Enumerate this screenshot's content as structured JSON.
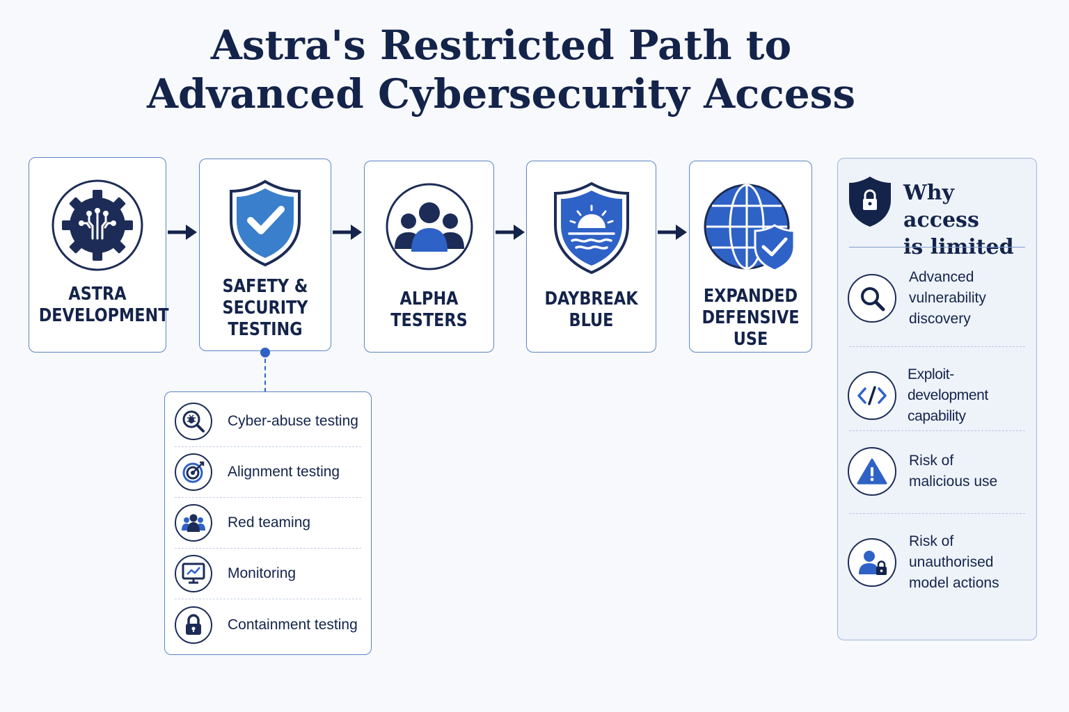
{
  "title": {
    "line1": "Astra's Restricted Path to",
    "line2": "Advanced Cybersecurity Access"
  },
  "stages": [
    {
      "icon": "circuit-gear-icon",
      "lines": [
        "ASTRA",
        "DEVELOPMENT"
      ]
    },
    {
      "icon": "shield-check-icon",
      "lines": [
        "SAFETY &",
        "SECURITY",
        "TESTING"
      ]
    },
    {
      "icon": "team-icon",
      "lines": [
        "ALPHA",
        "TESTERS"
      ]
    },
    {
      "icon": "sunrise-shield-icon",
      "lines": [
        "DAYBREAK",
        "BLUE"
      ]
    },
    {
      "icon": "globe-shield-icon",
      "lines": [
        "EXPANDED",
        "DEFENSIVE",
        "USE"
      ]
    }
  ],
  "testing": [
    {
      "icon": "bug-search-icon",
      "label": "Cyber-abuse testing"
    },
    {
      "icon": "target-icon",
      "label": "Alignment testing"
    },
    {
      "icon": "team-icon",
      "label": "Red teaming"
    },
    {
      "icon": "monitor-chart-icon",
      "label": "Monitoring"
    },
    {
      "icon": "padlock-icon",
      "label": "Containment testing"
    }
  ],
  "why": {
    "title_lines": [
      "Why access",
      "is limited"
    ],
    "icon": "shield-lock-icon",
    "items": [
      {
        "icon": "magnifier-icon",
        "lines": [
          "Advanced",
          "vulnerability",
          "discovery"
        ]
      },
      {
        "icon": "code-icon",
        "lines": [
          "Exploit-development",
          "capability"
        ]
      },
      {
        "icon": "warning-icon",
        "lines": [
          "Risk of",
          "malicious use"
        ]
      },
      {
        "icon": "user-lock-icon",
        "lines": [
          "Risk of",
          "unauthorised",
          "model actions"
        ]
      }
    ]
  },
  "colors": {
    "navy": "#13234a",
    "accent_blue": "#2f62c6",
    "border_blue": "#5c84c6",
    "panel_bg": "#eef3fa"
  }
}
